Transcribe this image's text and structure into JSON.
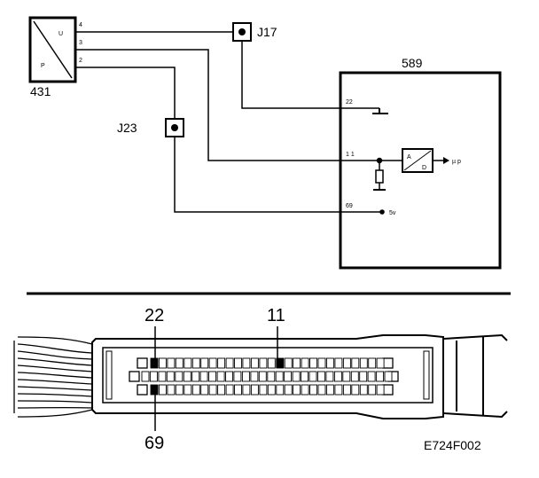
{
  "components": {
    "sensor": {
      "id": "431",
      "letters": {
        "top": "U",
        "bottom": "P"
      },
      "pins": [
        "4",
        "3",
        "2"
      ]
    },
    "connector_a": {
      "id": "J17"
    },
    "connector_b": {
      "id": "J23"
    },
    "ecu": {
      "id": "589",
      "pins": {
        "ground": "22",
        "signal": "1 1",
        "supply": "69"
      },
      "supply_label": "5v",
      "adc": {
        "top": "A",
        "bottom": "D"
      },
      "output_label": "µ p"
    }
  },
  "connector_view": {
    "callouts": {
      "top_left": "22",
      "top_mid": "11",
      "bottom_left": "69"
    }
  },
  "figure_code": "E724F002"
}
